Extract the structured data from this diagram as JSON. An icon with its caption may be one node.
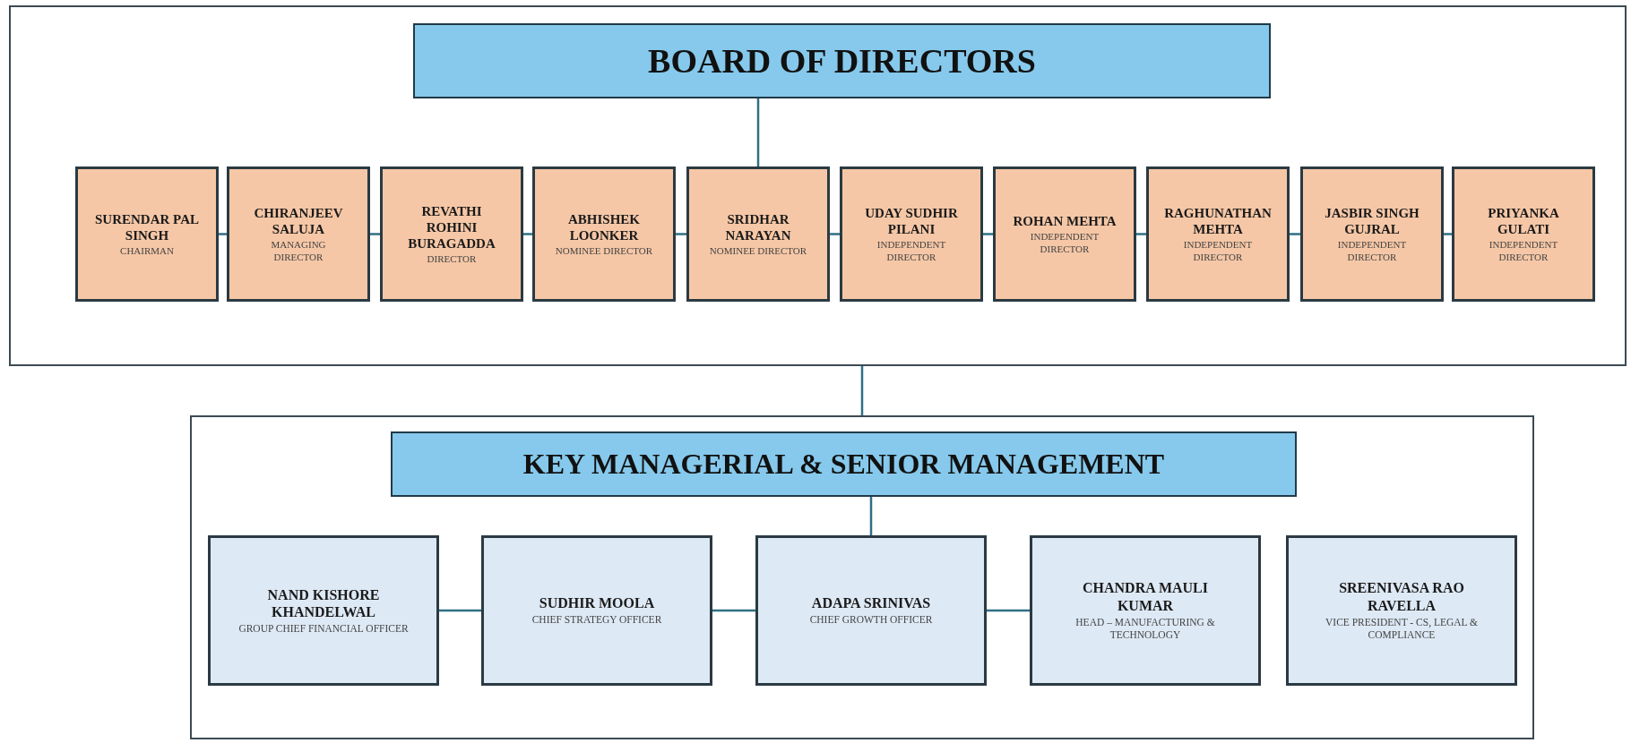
{
  "diagram": {
    "nodes": [
      {
        "text": [],
        "shape": "box"
      },
      {
        "text": [
          "BOARD OF DIRECTORS"
        ],
        "in": 0
      },
      {
        "text": [
          "SURENDAR PAL SINGH",
          "CHAIRMAN"
        ],
        "in": 0
      },
      {
        "text": [
          "CHIRANJEEV SALUJA",
          "MANAGING DIRECTOR"
        ],
        "in": 0
      },
      {
        "text": [
          "REVATHI ROHINI BURAGADDA",
          "DIRECTOR"
        ],
        "in": 0
      },
      {
        "text": [
          "ABHISHEK LOONKER",
          "NOMINEE DIRECTOR"
        ],
        "in": 0
      },
      {
        "text": [
          "SRIDHAR NARAYAN",
          "NOMINEE DIRECTOR"
        ],
        "in": 0
      },
      {
        "text": [
          "UDAY SUDHIR PILANI",
          "INDEPENDENT DIRECTOR"
        ],
        "in": 0
      },
      {
        "text": [
          "ROHAN MEHTA",
          "INDEPENDENT DIRECTOR"
        ],
        "in": 0
      },
      {
        "text": [
          "RAGHUNATHAN MEHTA",
          "INDEPENDENT DIRECTOR"
        ],
        "in": 0
      },
      {
        "text": [
          "JASBIR SINGH GUJRAL",
          "INDEPENDENT DIRECTOR"
        ],
        "in": 0
      },
      {
        "text": [
          "PRIYANKA GULATI",
          "INDEPENDENT DIRECTOR"
        ],
        "in": 0
      },
      {
        "text": [],
        "shape": "box"
      },
      {
        "text": [
          "KEY MANAGERIAL & SENIOR MANAGEMENT"
        ],
        "in": 12
      },
      {
        "text": [
          "NAND KISHORE KHANDELWAL",
          "GROUP CHIEF FINANCIAL OFFICER"
        ],
        "in": 12
      },
      {
        "text": [
          "SUDHIR MOOLA",
          "CHIEF STRATEGY OFFICER"
        ],
        "in": 12
      },
      {
        "text": [
          "ADAPA SRINIVAS",
          "CHIEF GROWTH OFFICER"
        ],
        "in": 12
      },
      {
        "text": [
          "CHANDRA MAULI KUMAR",
          "HEAD – MANUFACTURING & TECHNOLOGY"
        ],
        "in": 12
      },
      {
        "text": [
          "SREENIVASA RAO RAVELLA",
          "VICE PRESIDENT - CS, LEGAL & COMPLIANCE"
        ],
        "in": 12
      }
    ],
    "edges": [
      {
        "from": 1,
        "to": 6,
        "arrow": "none"
      },
      {
        "from": 2,
        "to": 3,
        "arrow": "none"
      },
      {
        "from": 3,
        "to": 4,
        "arrow": "none"
      },
      {
        "from": 4,
        "to": 5,
        "arrow": "none"
      },
      {
        "from": 5,
        "to": 6,
        "arrow": "none"
      },
      {
        "from": 6,
        "to": 7,
        "arrow": "none"
      },
      {
        "from": 7,
        "to": 8,
        "arrow": "none"
      },
      {
        "from": 8,
        "to": 9,
        "arrow": "none"
      },
      {
        "from": 9,
        "to": 10,
        "arrow": "none"
      },
      {
        "from": 10,
        "to": 11,
        "arrow": "none"
      },
      {
        "from": 0,
        "to": 12,
        "arrow": "none"
      },
      {
        "from": 13,
        "to": 16,
        "arrow": "none"
      },
      {
        "from": 14,
        "to": 15,
        "arrow": "none"
      },
      {
        "from": 15,
        "to": 16,
        "arrow": "none"
      },
      {
        "from": 16,
        "to": 17,
        "arrow": "none"
      }
    ]
  }
}
